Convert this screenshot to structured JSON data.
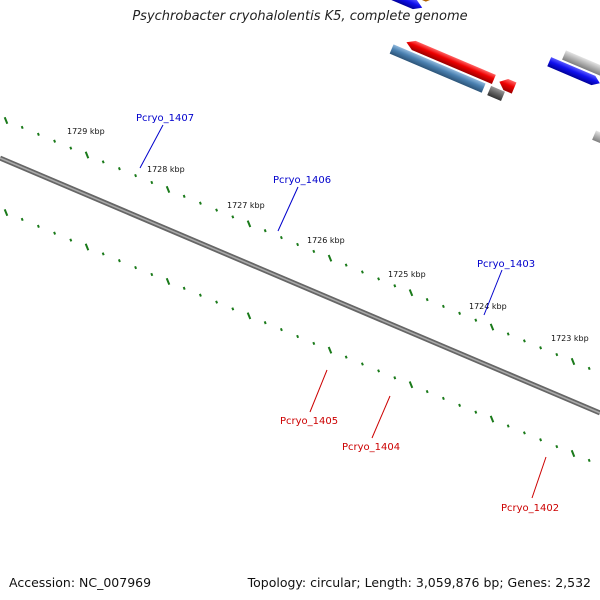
{
  "title": "Psychrobacter cryohalolentis K5, complete genome",
  "footer": {
    "accession": "Accession: NC_007969",
    "summary": "Topology: circular; Length: 3,059,876 bp; Genes: 2,532"
  },
  "ticks": [
    {
      "label": "1729 kbp"
    },
    {
      "label": "1728 kbp"
    },
    {
      "label": "1727 kbp"
    },
    {
      "label": "1726 kbp"
    },
    {
      "label": "1725 kbp"
    },
    {
      "label": "1724 kbp"
    },
    {
      "label": "1723 kbp"
    }
  ],
  "genes": [
    {
      "label": "Pcryo_1407",
      "strand": "forward",
      "color": "#1a1acc"
    },
    {
      "label": "Pcryo_1406",
      "strand": "forward",
      "color": "#1a1acc"
    },
    {
      "label": "Pcryo_1405",
      "strand": "reverse",
      "color": "#cc0000"
    },
    {
      "label": "Pcryo_1404",
      "strand": "reverse",
      "color": "#cc0000"
    },
    {
      "label": "Pcryo_1403",
      "strand": "forward",
      "color": "#1a1acc"
    },
    {
      "label": "Pcryo_1402",
      "strand": "reverse",
      "color": "#cc0000"
    }
  ],
  "colors": {
    "backbone": "#777777",
    "tick": "#1a7a1a",
    "forward_gene": "#1010ee",
    "reverse_gene": "#ee0000",
    "magenta_feature": "#e8248a",
    "orange_feature": "#ee8800",
    "steelblue_feature": "#4a80b0",
    "gray_feature": "#b5b5b5",
    "darkgray_feature": "#666666"
  }
}
